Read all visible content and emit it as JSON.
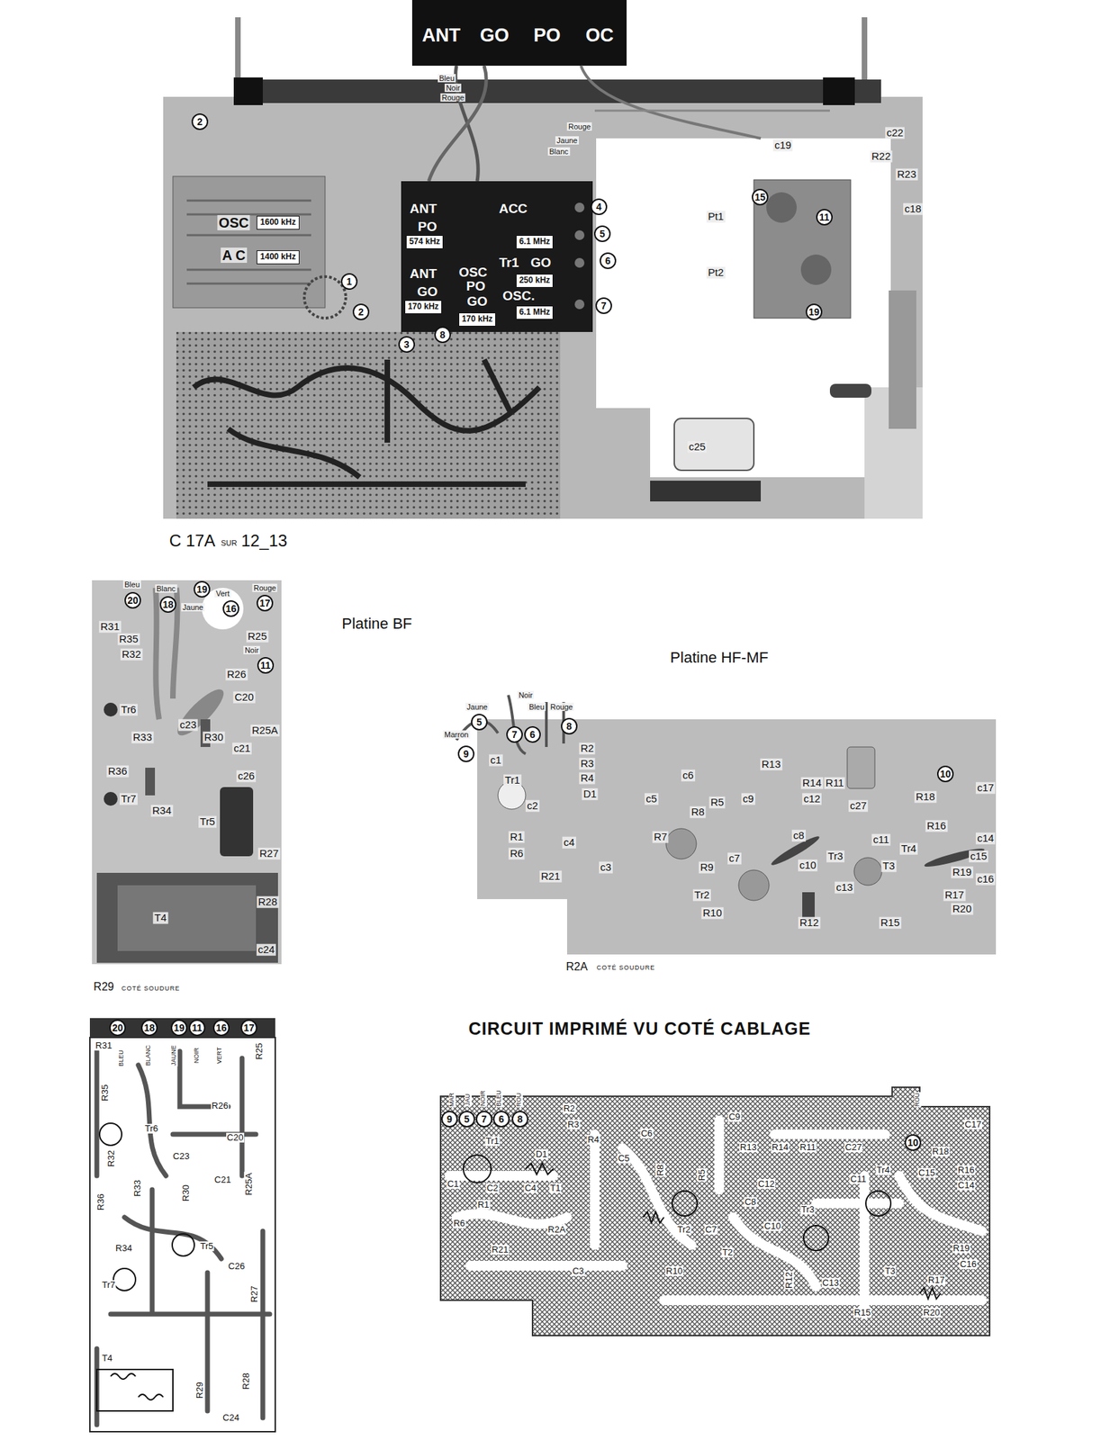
{
  "diagram": {
    "title": "CIRCUIT IMPRIMÉ VU COTÉ CABLAGE",
    "nodes": [
      {
        "text": [
          "ANT"
        ]
      },
      {
        "text": [
          "GO"
        ]
      },
      {
        "text": [
          "PO"
        ]
      },
      {
        "text": [
          "OC"
        ]
      },
      {
        "text": [
          "1600 kHz"
        ]
      },
      {
        "text": [
          "1400 kHz"
        ]
      },
      {
        "text": [
          "574 kHz"
        ]
      },
      {
        "text": [
          "6.1 MHz"
        ]
      },
      {
        "text": [
          "250 kHz"
        ]
      },
      {
        "text": [
          "170 kHz"
        ]
      },
      {
        "text": [
          "170 kHz"
        ]
      },
      {
        "text": [
          "6.1 MHz"
        ]
      }
    ],
    "labels": [
      "Bleu",
      "Noir",
      "Rouge",
      "Rouge",
      "Jaune",
      "Blanc",
      "2",
      "OSC",
      "A C",
      "ANT",
      "PO",
      "ACC",
      "Tr1",
      "GO",
      "ANT",
      "GO",
      "OSC",
      "PO",
      "GO",
      "OSC.",
      "4",
      "5",
      "6",
      "7",
      "1",
      "2",
      "3",
      "8",
      "c19",
      "c22",
      "R22",
      "R23",
      "c18",
      "15",
      "Pt1",
      "11",
      "Pt2",
      "19",
      "c25",
      "C 17A",
      "SUR",
      "12_13",
      "Platine BF",
      "Bleu",
      "20",
      "Blanc",
      "18",
      "19",
      "Jaune",
      "Vert",
      "16",
      "Rouge",
      "17",
      "R31",
      "R35",
      "R32",
      "R25",
      "Noir",
      "11",
      "R26",
      "C20",
      "Tr6",
      "c23",
      "R33",
      "R30",
      "c21",
      "R25A",
      "R36",
      "c26",
      "Tr7",
      "R34",
      "Tr5",
      "R27",
      "R28",
      "T4",
      "c24",
      "R29",
      "COTÉ SOUDURE",
      "Platine HF-MF",
      "Jaune",
      "Noir",
      "Bleu",
      "Rouge",
      "Marron",
      "5",
      "7",
      "6",
      "8",
      "9",
      "c1",
      "Tr1",
      "R2",
      "R3",
      "R4",
      "D1",
      "c2",
      "c5",
      "c6",
      "R8",
      "R5",
      "R13",
      "c9",
      "R14",
      "R11",
      "c27",
      "10",
      "c17",
      "R18",
      "R16",
      "c14",
      "c15",
      "c16",
      "R1",
      "R6",
      "R21",
      "c4",
      "c3",
      "R7",
      "c8",
      "c12",
      "R9",
      "c7",
      "Tr2",
      "R10",
      "c10",
      "Tr3",
      "c11",
      "c13",
      "T3",
      "Tr4",
      "R12",
      "R15",
      "R19",
      "R17",
      "R20",
      "R2A",
      "COTÉ SOUDURE",
      "20",
      "18",
      "19",
      "11",
      "16",
      "17",
      "BLEU",
      "BLANC",
      "JAUNE",
      "NOIR",
      "VERT",
      "R31",
      "R35",
      "R25",
      "R32",
      "Tr6",
      "R26",
      "C23",
      "C20",
      "R33",
      "R30",
      "C21",
      "R25A",
      "R36",
      "R34",
      "Tr5",
      "C26",
      "R27",
      "Tr7",
      "T4",
      "R29",
      "R28",
      "C24",
      "MAR",
      "JAU",
      "NOIR",
      "BLEU",
      "ROU",
      "9",
      "5",
      "7",
      "6",
      "8",
      "R2",
      "R3",
      "Tr1",
      "R4",
      "C6",
      "C9",
      "R13",
      "R14",
      "R11",
      "C27",
      "10",
      "C17",
      "ROU",
      "D1",
      "C5",
      "C1",
      "C2",
      "C4",
      "R1",
      "T1",
      "R8",
      "R5",
      "C12",
      "C8",
      "C10",
      "R6",
      "R2A",
      "R21",
      "C3",
      "Tr2",
      "C7",
      "T2",
      "R10",
      "Tr3",
      "R12",
      "C13",
      "Tr4",
      "C11",
      "C15",
      "R18",
      "R16",
      "C14",
      "T3",
      "R19",
      "C16",
      "R17",
      "R15",
      "R20"
    ]
  }
}
